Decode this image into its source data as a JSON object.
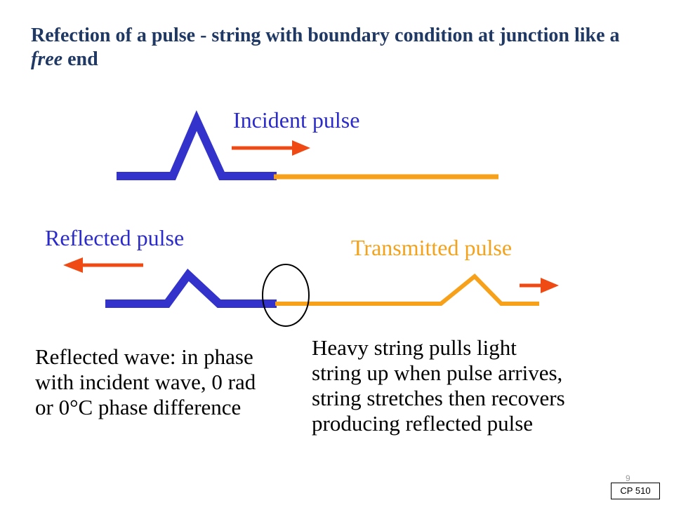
{
  "title": {
    "before_italic": "Refection of a pulse - string with boundary condition at junction like a ",
    "italic": "free",
    "after_italic": " end"
  },
  "labels": {
    "incident": "Incident pulse",
    "reflected": "Reflected pulse",
    "transmitted": "Transmitted pulse"
  },
  "notes": {
    "left": [
      "Reflected wave: in phase",
      "with incident wave, 0 rad",
      "or 0°C phase difference"
    ],
    "right": [
      "Heavy string pulls light",
      "string up when pulse arrives,",
      "string stretches then recovers",
      "producing reflected pulse"
    ]
  },
  "footer": {
    "course": "CP 510",
    "page": "9"
  },
  "colors": {
    "title": "#1F3864",
    "heavy_string": "#3333CC",
    "light_string": "#F7A11A",
    "arrow": "#F04A14",
    "label_blue": "#2B2BCB",
    "label_orange": "#F4A21C"
  }
}
